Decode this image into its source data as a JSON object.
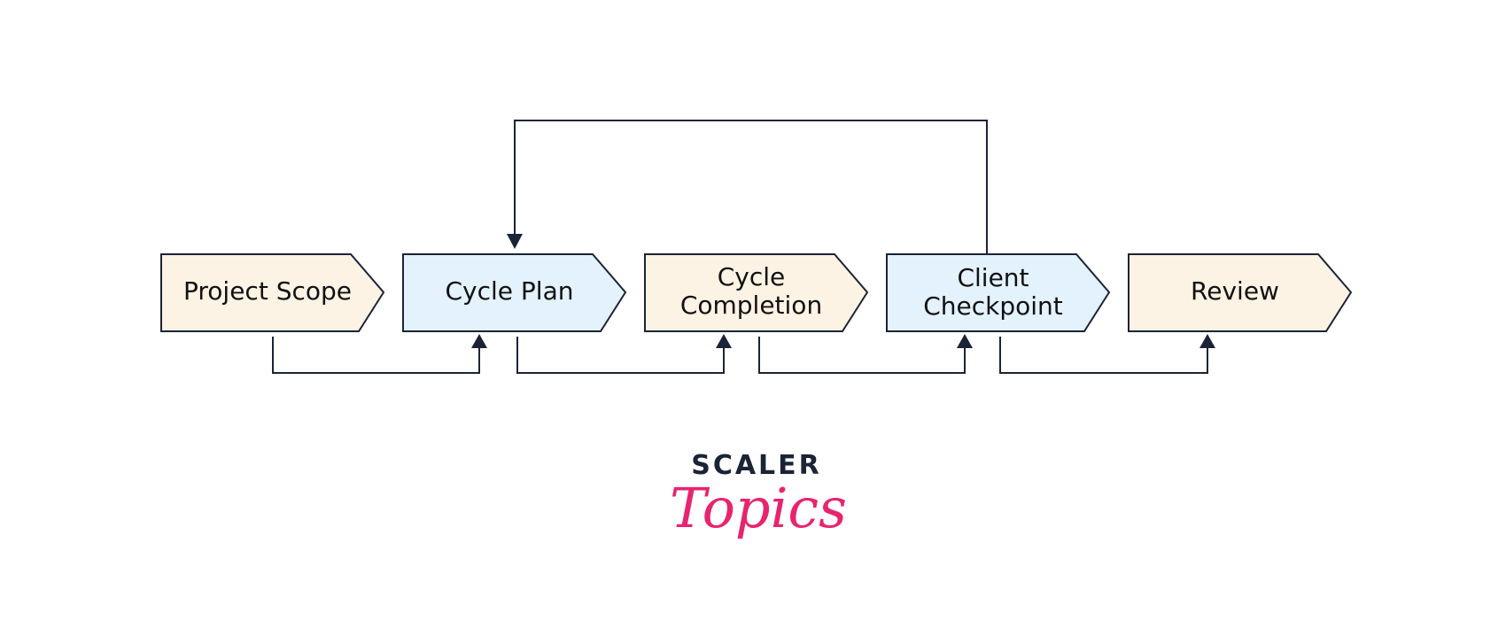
{
  "diagram": {
    "colors": {
      "warm_fill": "#fdf3e4",
      "cool_fill": "#e3f2fd",
      "stroke": "#1b2336",
      "text": "#111111"
    },
    "steps": [
      {
        "lines": [
          "Project Scope"
        ],
        "fill": "warm"
      },
      {
        "lines": [
          "Cycle Plan"
        ],
        "fill": "cool"
      },
      {
        "lines": [
          "Cycle",
          "Completion"
        ],
        "fill": "warm"
      },
      {
        "lines": [
          "Client",
          "Checkpoint"
        ],
        "fill": "cool"
      },
      {
        "lines": [
          "Review"
        ],
        "fill": "warm"
      }
    ],
    "connectors": [
      {
        "from": "Project Scope",
        "to": "Cycle Plan"
      },
      {
        "from": "Cycle Plan",
        "to": "Cycle Completion"
      },
      {
        "from": "Cycle Completion",
        "to": "Client Checkpoint"
      },
      {
        "from": "Client Checkpoint",
        "to": "Review"
      },
      {
        "from": "Client Checkpoint",
        "to": "Cycle Plan",
        "route": "loop-back-over-top"
      }
    ]
  },
  "logo": {
    "line1": "SCALER",
    "line2": "Topics",
    "color_dark": "#1b2336",
    "color_accent": "#e8246f"
  }
}
